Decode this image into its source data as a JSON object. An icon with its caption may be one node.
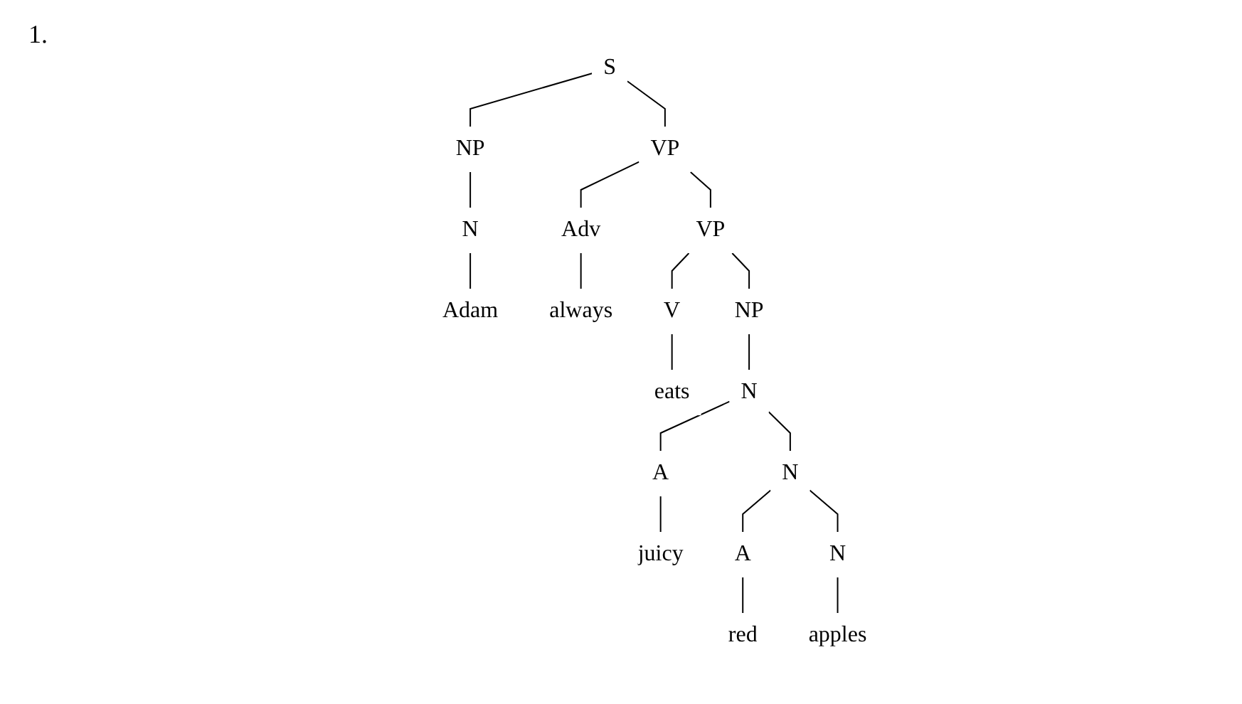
{
  "diagram": {
    "nodes": [
      {
        "text": [
          "S"
        ]
      },
      {
        "text": [
          "NP"
        ]
      },
      {
        "text": [
          "VP"
        ]
      },
      {
        "text": [
          "N"
        ]
      },
      {
        "text": [
          "Adv"
        ]
      },
      {
        "text": [
          "VP"
        ]
      },
      {
        "text": [
          "Adam"
        ]
      },
      {
        "text": [
          "always"
        ]
      },
      {
        "text": [
          "V"
        ]
      },
      {
        "text": [
          "NP"
        ]
      },
      {
        "text": [
          "eats"
        ]
      },
      {
        "text": [
          "N"
        ]
      },
      {
        "text": [
          "A"
        ]
      },
      {
        "text": [
          "N"
        ]
      },
      {
        "text": [
          "juicy"
        ]
      },
      {
        "text": [
          "A"
        ]
      },
      {
        "text": [
          "N"
        ]
      },
      {
        "text": [
          "red"
        ]
      },
      {
        "text": [
          "apples"
        ]
      }
    ],
    "edges": [
      {
        "from": 0,
        "to": 1,
        "arrow": "none"
      },
      {
        "from": 0,
        "to": 2,
        "arrow": "none"
      },
      {
        "from": 1,
        "to": 3,
        "arrow": "none"
      },
      {
        "from": 3,
        "to": 6,
        "arrow": "none"
      },
      {
        "from": 2,
        "to": 4,
        "arrow": "none"
      },
      {
        "from": 2,
        "to": 5,
        "arrow": "none"
      },
      {
        "from": 4,
        "to": 7,
        "arrow": "none"
      },
      {
        "from": 5,
        "to": 8,
        "arrow": "none"
      },
      {
        "from": 5,
        "to": 9,
        "arrow": "none"
      },
      {
        "from": 8,
        "to": 10,
        "arrow": "none"
      },
      {
        "from": 9,
        "to": 11,
        "arrow": "none"
      },
      {
        "from": 11,
        "to": 12,
        "arrow": "none"
      },
      {
        "from": 11,
        "to": 13,
        "arrow": "none"
      },
      {
        "from": 12,
        "to": 14,
        "arrow": "none"
      },
      {
        "from": 13,
        "to": 15,
        "arrow": "none"
      },
      {
        "from": 13,
        "to": 16,
        "arrow": "none"
      },
      {
        "from": 15,
        "to": 17,
        "arrow": "none"
      },
      {
        "from": 16,
        "to": 18,
        "arrow": "none"
      }
    ],
    "labels": [
      "1."
    ]
  }
}
